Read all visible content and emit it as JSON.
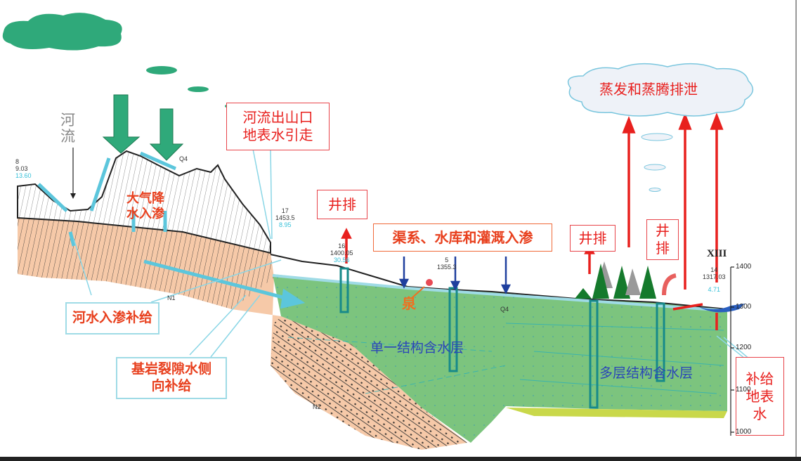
{
  "labels": {
    "river": "河流",
    "precip_line1": "大气降",
    "precip_line2": "水入渗",
    "outlet_line1": "河流出山口",
    "outlet_line2": "地表水引走",
    "well_discharge_1": "井排",
    "canal_infiltration": "渠系、水库和灌溉入渗",
    "spring": "泉",
    "single_aquifer": "单一结构含水层",
    "well_discharge_2": "井排",
    "well_discharge_3_line1": "井",
    "well_discharge_3_line2": "排",
    "evaporation": "蒸发和蒸腾排泄",
    "multi_aquifer": "多层结构含水层",
    "recharge_surface_line1": "补给",
    "recharge_surface_line2": "地表",
    "recharge_surface_line3": "水",
    "river_infiltration": "河水入渗补给",
    "bedrock_line1": "基岩裂隙水侧",
    "bedrock_line2": "向补给",
    "section_id": "XIII"
  },
  "wells": [
    {
      "no": "8",
      "elev": "9.03",
      "depth": "13.60"
    },
    {
      "no": "17",
      "elev": "1453.5",
      "depth": "8.95"
    },
    {
      "no": "16",
      "elev": "1400.05",
      "depth": "30.56"
    },
    {
      "no": "5",
      "elev": "1355.3"
    },
    {
      "no": "14",
      "elev": "1317.03",
      "depth": "4.71"
    }
  ],
  "formations": {
    "q4": "Q4",
    "n1": "N1",
    "n2": "N2"
  },
  "axis_ticks": [
    "1400",
    "1300",
    "1200",
    "1100",
    "1000"
  ],
  "colors": {
    "aquifer": "#7cc47e",
    "bedrock": "#f6c9a8",
    "cloud_green": "#2fa97a",
    "label_red": "#e8201e",
    "aquifer_text": "#2a46b8",
    "flow_cyan": "#5cc6dc"
  }
}
